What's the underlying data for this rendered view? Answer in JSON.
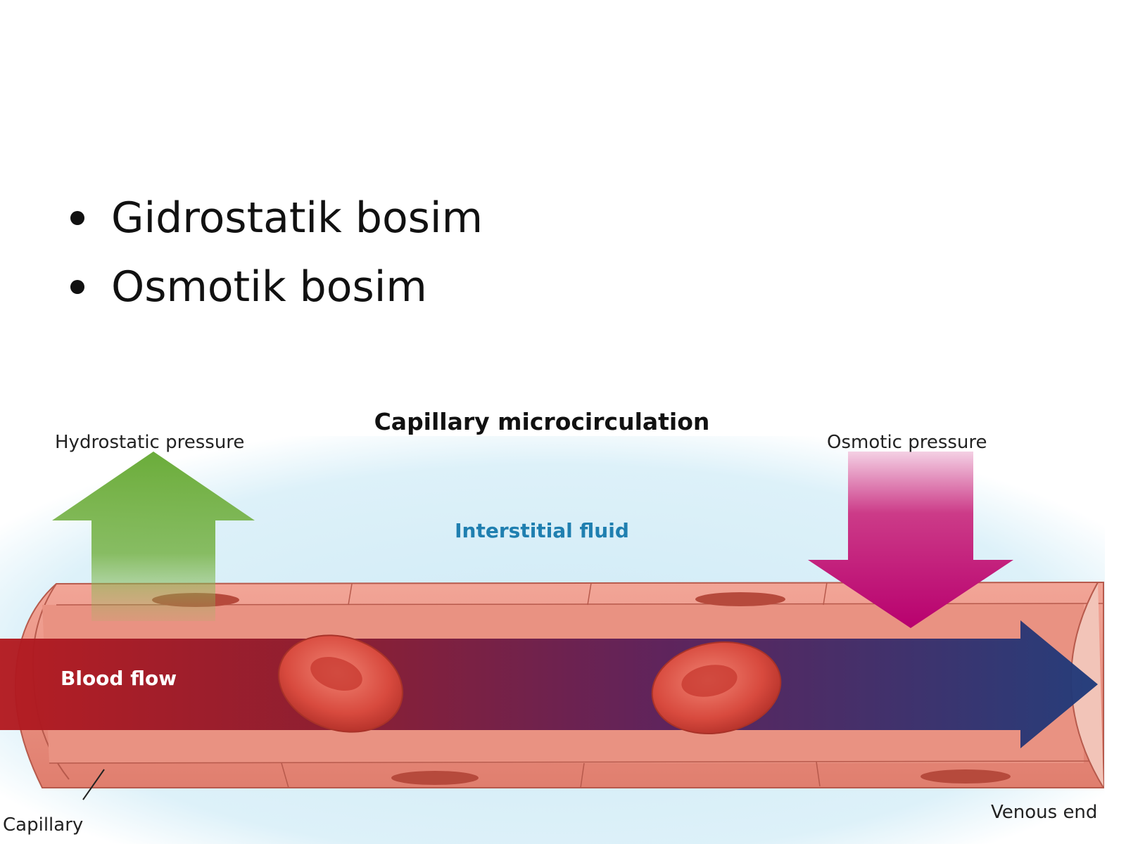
{
  "bullets": [
    "Gidrostatik bosim",
    "Osmotik bosim"
  ],
  "diagram": {
    "title": "Capillary microcirculation",
    "labels": {
      "hydrostatic": "Hydrostatic pressure",
      "osmotic": "Osmotic pressure",
      "interstitial": "Interstitial fluid",
      "blood_flow": "Blood flow",
      "capillary": "Capillary",
      "venous_end": "Venous end"
    },
    "colors": {
      "hydrostatic_arrow": "#6aac3a",
      "osmotic_arrow": "#b8006e",
      "interstitial_fluid": "#cfeaf6",
      "vessel_wall": "#e8897a",
      "blood_flow_start": "#b3191f",
      "blood_flow_end": "#1e3a7a",
      "red_blood_cell": "#d84a3e"
    }
  }
}
